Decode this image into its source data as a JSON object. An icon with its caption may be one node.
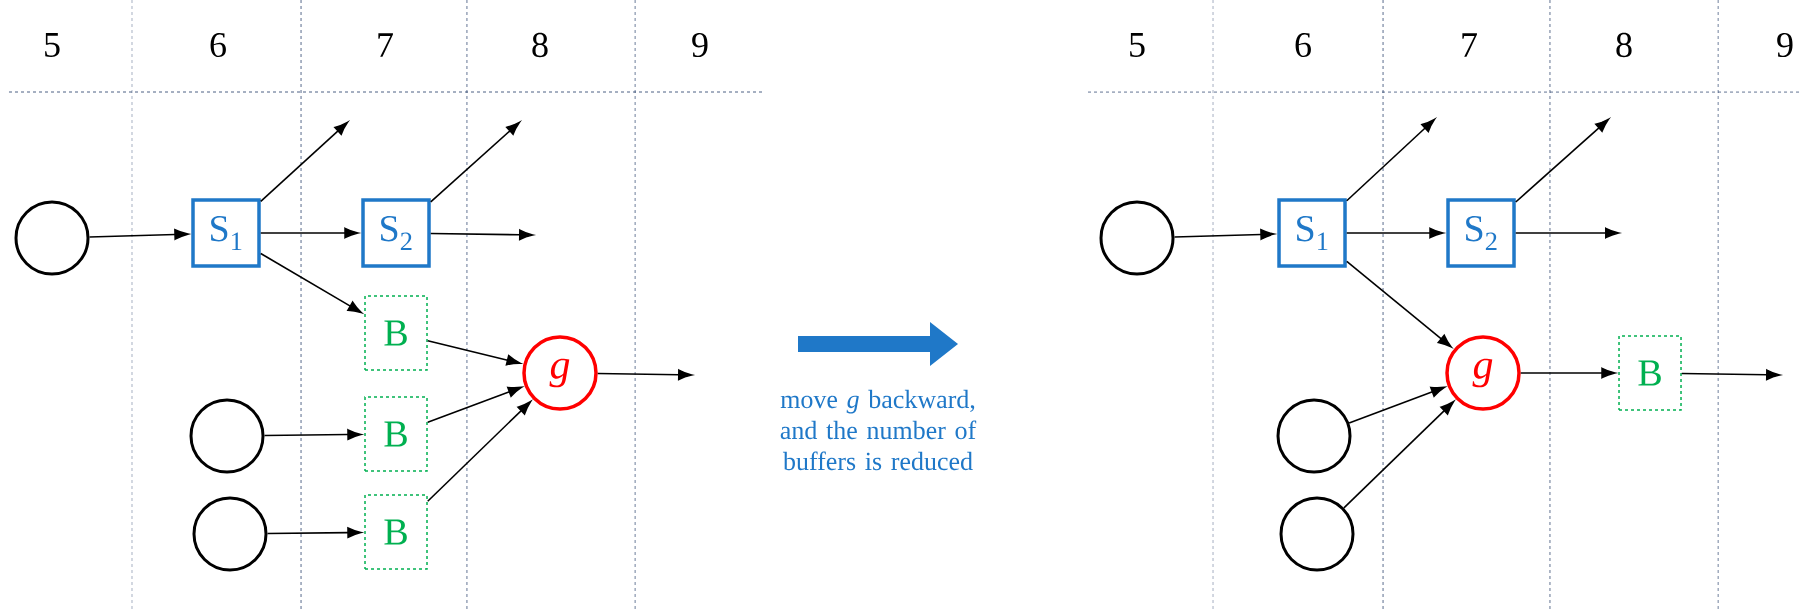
{
  "diagram": {
    "nodes": [
      {
        "text": [],
        "shape": "circle"
      },
      {
        "text": [
          "S$_{1}$"
        ]
      },
      {
        "text": [
          "S$_{2}$"
        ]
      },
      {
        "text": [
          "B"
        ]
      },
      {
        "text": [
          "g"
        ]
      },
      {
        "text": [],
        "shape": "circle"
      },
      {
        "text": [
          "B"
        ]
      },
      {
        "text": [],
        "shape": "circle"
      },
      {
        "text": [
          "B"
        ]
      },
      {
        "text": [],
        "shape": "circle"
      },
      {
        "text": [
          "S$_{1}$"
        ]
      },
      {
        "text": [
          "S$_{2}$"
        ]
      },
      {
        "text": [
          "g"
        ]
      },
      {
        "text": [
          "B"
        ]
      },
      {
        "text": [],
        "shape": "circle"
      },
      {
        "text": [],
        "shape": "circle"
      }
    ],
    "edges": [
      {
        "from": 0,
        "to": 1,
        "arrow": "to"
      },
      {
        "from": 1,
        "to": null,
        "arrow": "to"
      },
      {
        "from": 1,
        "to": 2,
        "arrow": "to"
      },
      {
        "from": 1,
        "to": 3,
        "arrow": "to"
      },
      {
        "from": 2,
        "to": null,
        "arrow": "to"
      },
      {
        "from": 2,
        "to": null,
        "arrow": "to"
      },
      {
        "from": 3,
        "to": 4,
        "arrow": "to"
      },
      {
        "from": 5,
        "to": 6,
        "arrow": "to"
      },
      {
        "from": 6,
        "to": 4,
        "arrow": "to"
      },
      {
        "from": 7,
        "to": 8,
        "arrow": "to"
      },
      {
        "from": 8,
        "to": 4,
        "arrow": "to"
      },
      {
        "from": 4,
        "to": null,
        "arrow": "to"
      },
      {
        "from": 9,
        "to": 10,
        "arrow": "to"
      },
      {
        "from": 10,
        "to": null,
        "arrow": "to"
      },
      {
        "from": 10,
        "to": 11,
        "arrow": "to"
      },
      {
        "from": 10,
        "to": 12,
        "arrow": "to"
      },
      {
        "from": 11,
        "to": null,
        "arrow": "to"
      },
      {
        "from": 11,
        "to": null,
        "arrow": "to"
      },
      {
        "from": 12,
        "to": 13,
        "arrow": "to"
      },
      {
        "from": 13,
        "to": null,
        "arrow": "to"
      },
      {
        "from": 14,
        "to": 12,
        "arrow": "to"
      },
      {
        "from": 15,
        "to": 12,
        "arrow": "to"
      }
    ],
    "labels": [
      "5",
      "6",
      "7",
      "8",
      "9",
      "move *g* backward, and the number of buffers is reduced",
      "5",
      "6",
      "7",
      "8",
      "9"
    ]
  }
}
